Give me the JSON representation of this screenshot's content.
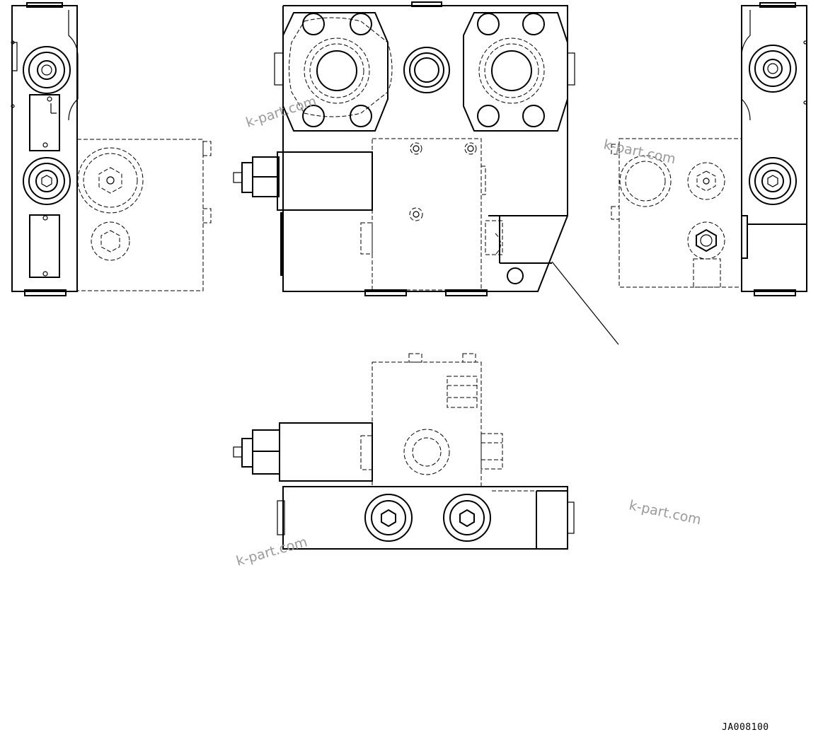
{
  "drawing_code": "JA008100",
  "watermarks": [
    "k-part.com",
    "k-part.com",
    "k-part.com",
    "k-part.com"
  ]
}
